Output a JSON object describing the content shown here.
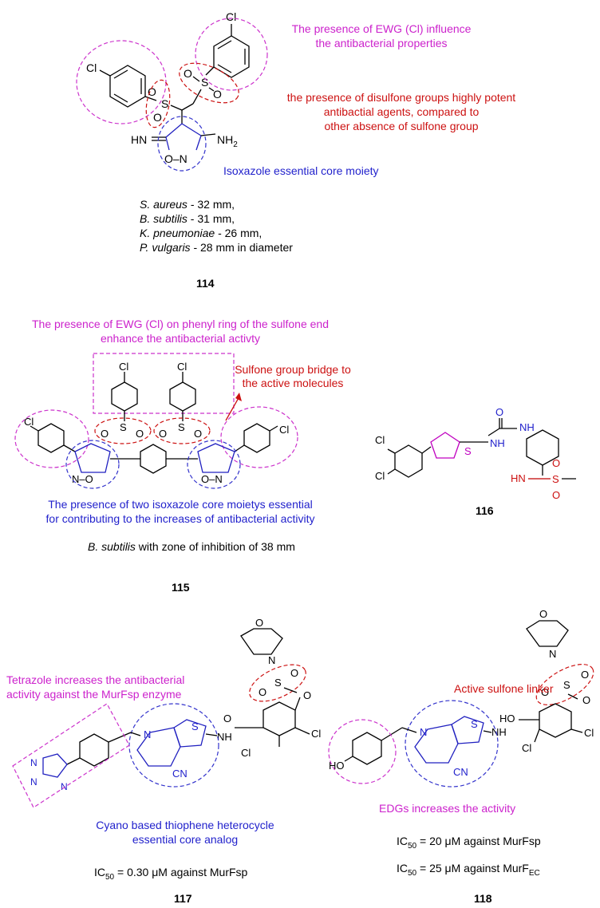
{
  "colors": {
    "magenta": "#cc22cc",
    "red": "#cc1111",
    "blue": "#2222cc",
    "black": "#000000"
  },
  "c114": {
    "ewg_note": [
      "The presence of EWG (Cl) influence",
      "the antibacterial properties"
    ],
    "disulfone_note": [
      "the presence of disulfone groups highly potent",
      "antibactial agents, compared to",
      "other absence of sulfone group"
    ],
    "core_note": "Isoxazole essential core moiety",
    "atoms": {
      "cl": "Cl",
      "s": "S",
      "o": "O",
      "hn": "HN",
      "nh2": "NH",
      "two": "2",
      "ring": "O–N"
    },
    "activity": [
      {
        "org": "S. aureus",
        "val": " - 32 mm,"
      },
      {
        "org": "B. subtilis",
        "val": " - 31 mm,"
      },
      {
        "org": "K. pneumoniae",
        "val": " - 26 mm,"
      },
      {
        "org": "P. vulgaris",
        "val": " - 28 mm in diameter"
      }
    ],
    "number": "114"
  },
  "c115": {
    "ewg_note": [
      "The presence of EWG (Cl) on phenyl ring of the sulfone end",
      "enhance the antibacterial activty"
    ],
    "bridge_note": [
      "Sulfone group bridge to",
      "the active molecules"
    ],
    "core_note": [
      "The presence of two isoxazole core moietys essential",
      "for contributing to the increases of antibacterial activity"
    ],
    "activity_org": "B. subtilis",
    "activity_text": " with zone of inhibition of 38 mm",
    "atoms": {
      "cl": "Cl",
      "s": "S",
      "o": "O",
      "n": "N",
      "no": "N–O",
      "on": "O–N"
    },
    "number": "115"
  },
  "c116": {
    "atoms": {
      "o": "O",
      "nh": "NH",
      "s": "S",
      "cl": "Cl",
      "hn": "HN",
      "so2s": "S",
      "o1": "O",
      "o2": "O"
    },
    "number": "116"
  },
  "c117": {
    "tetrazole_note": [
      "Tetrazole increases the antibacterial",
      "activity against the MurFsp enzyme"
    ],
    "core_note": [
      "Cyano based thiophene heterocycle",
      "essential core analog"
    ],
    "atoms": {
      "o": "O",
      "n": "N",
      "s": "S",
      "nh": "NH",
      "cl": "Cl",
      "cn": "CN",
      "tet": "N"
    },
    "ic50_prefix": "IC",
    "ic50_sub": "50",
    "ic50_text": " = 0.30 μM against MurFsp",
    "number": "117"
  },
  "c118": {
    "linker_note": "Active sulfone linker",
    "edg_note": "EDGs increases the activity",
    "atoms": {
      "o": "O",
      "n": "N",
      "s": "S",
      "ho": "HO",
      "nh": "NH",
      "cl": "Cl",
      "cn": "CN"
    },
    "ic50_prefix": "IC",
    "ic50_sub": "50",
    "ic50_1_text": " =  20 μM against MurFsp",
    "ic50_2_text": " = 25 μM against MurF",
    "ic50_2_sub": "EC",
    "number": "118"
  }
}
